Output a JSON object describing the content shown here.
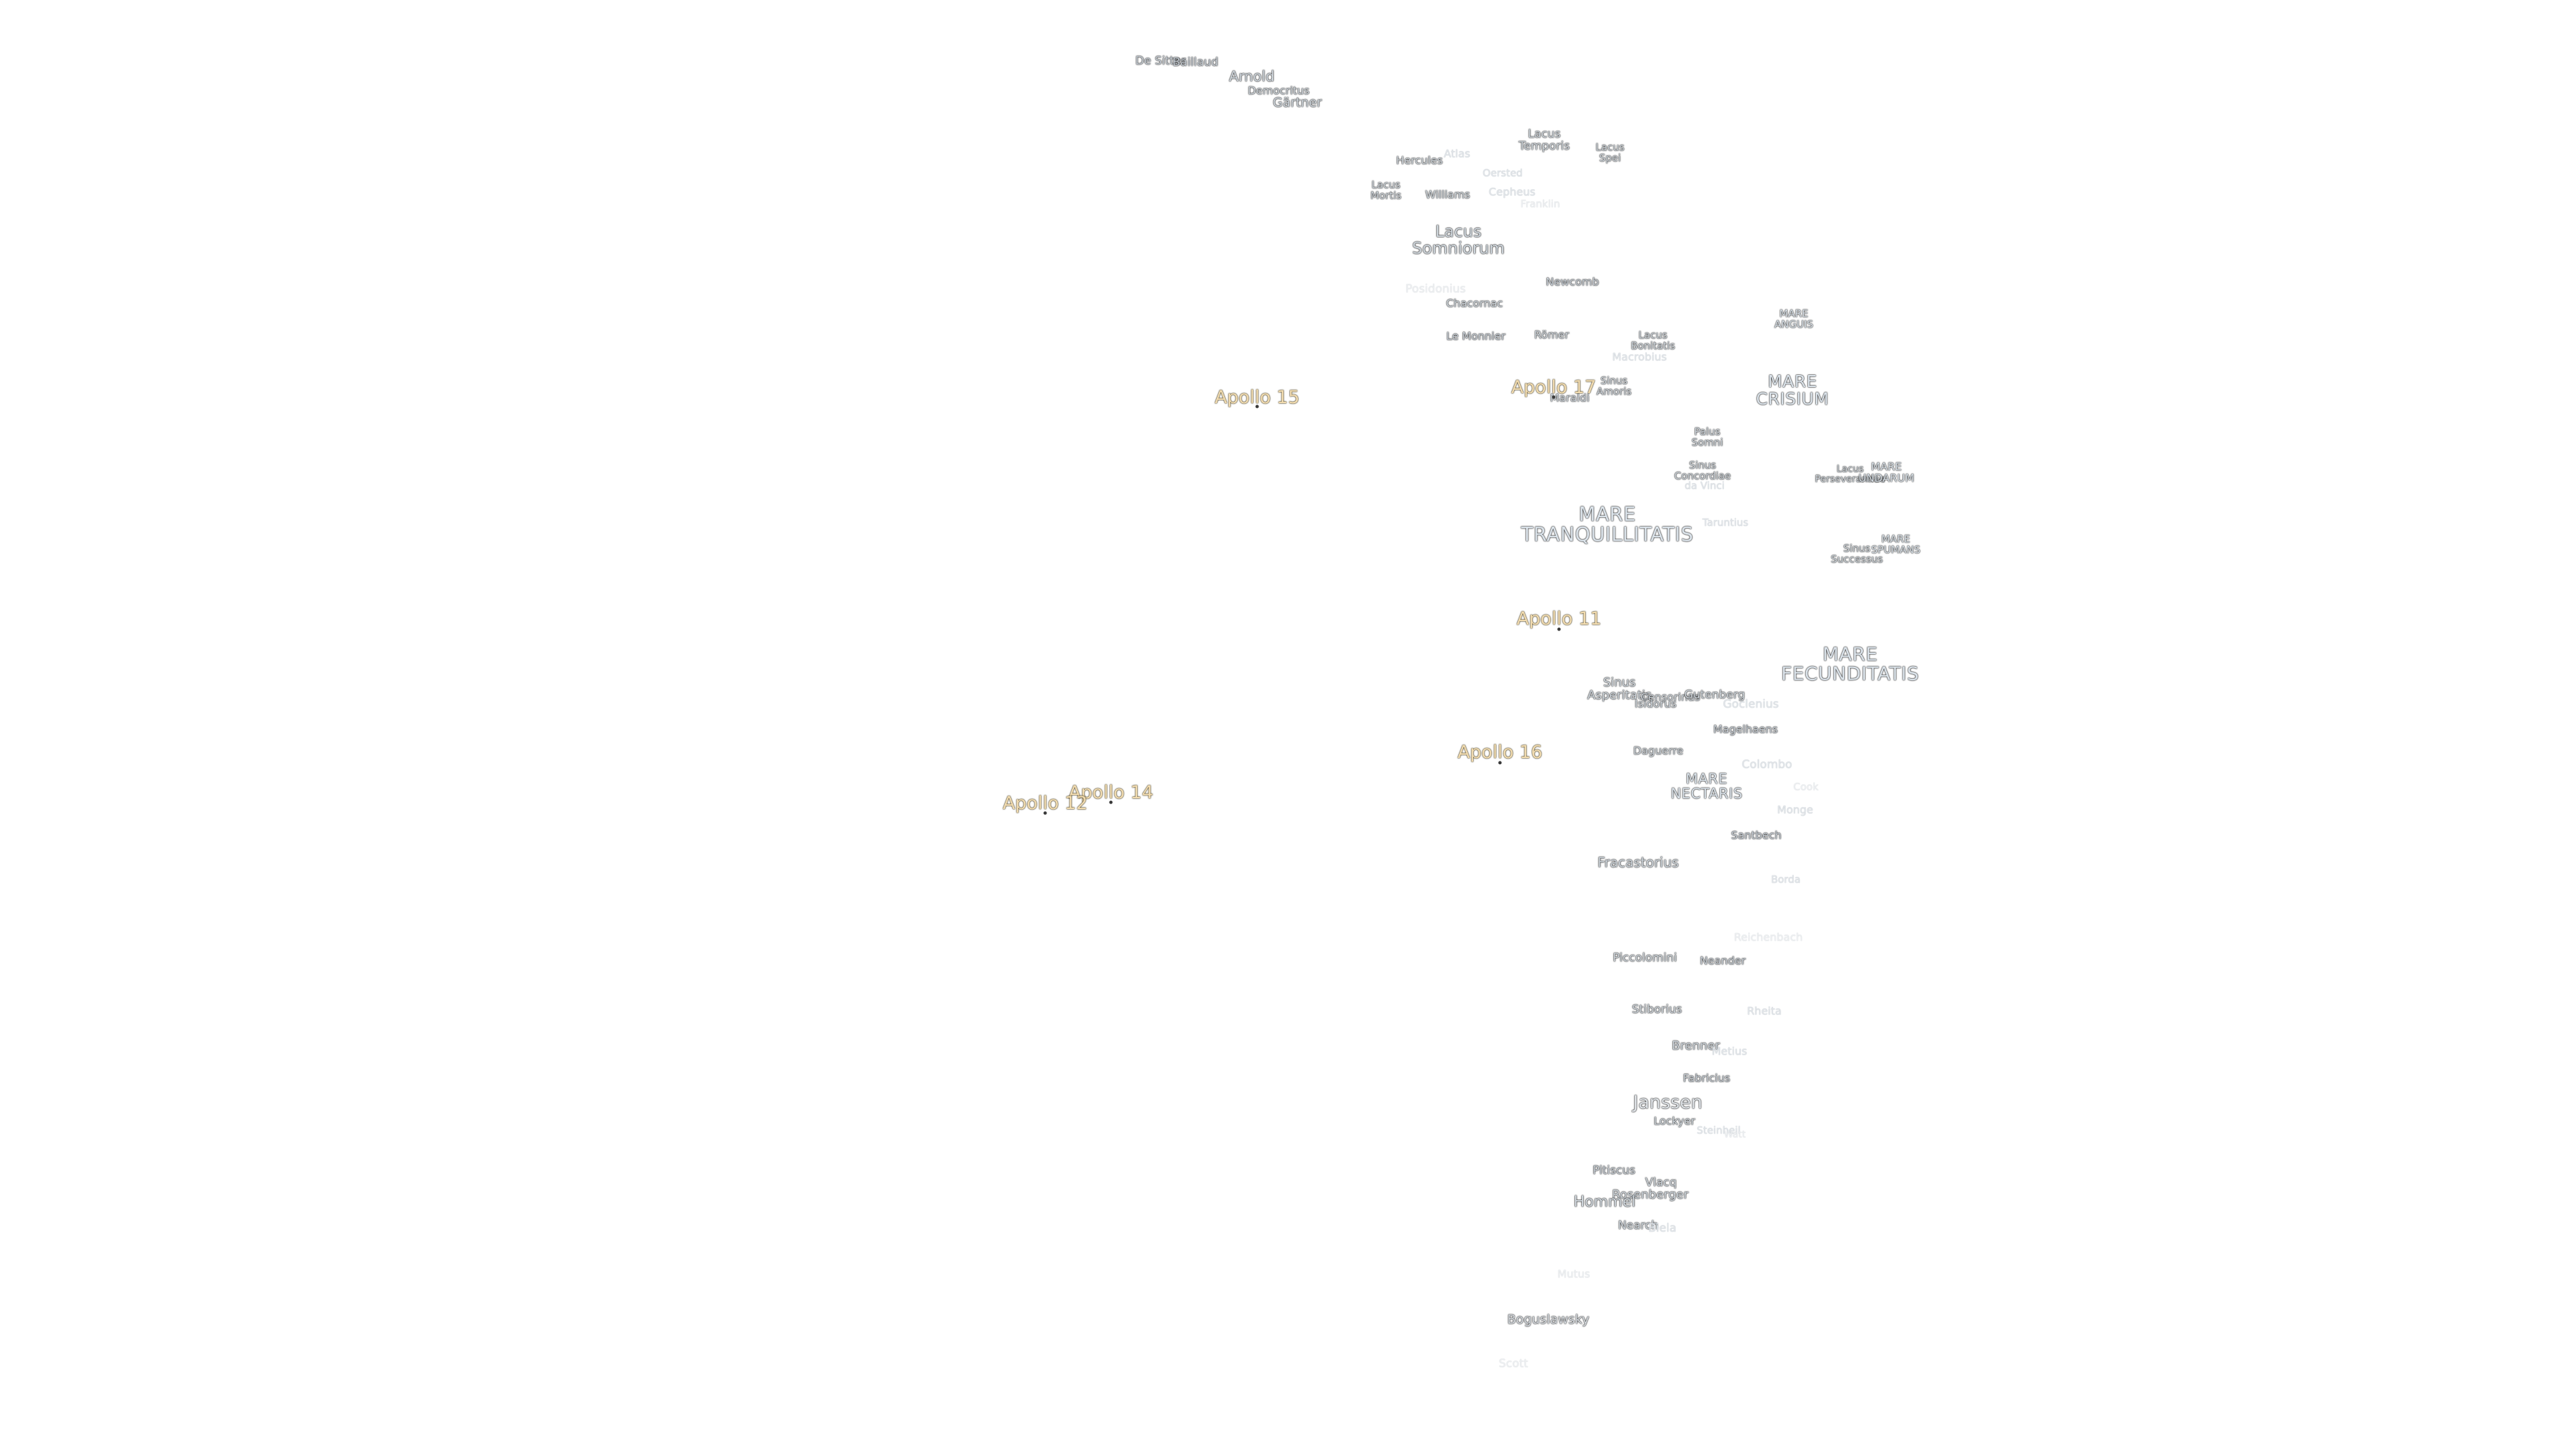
{
  "colors": {
    "background": "#ffffff",
    "feature_label": "#cfd6dc",
    "mare_label": "#dbe3ea",
    "apollo_label": "#f2dcb0"
  },
  "labels": {
    "de_sitter": "De Sitter",
    "baillaud": "Baillaud",
    "arnold": "Arnold",
    "democritus": "Democritus",
    "gartner": "Gärtner",
    "lacus_temporis": "Lacus\nTemporis",
    "lacus_spei": "Lacus\nSpei",
    "hercules": "Hercules",
    "atlas": "Atlas",
    "oersted": "Oersted",
    "lacus_mortis": "Lacus\nMortis",
    "williams": "Williams",
    "cepheus": "Cepheus",
    "franklin": "Franklin",
    "lacus_somniorum": "Lacus\nSomniorum",
    "newcomb": "Newcomb",
    "posidonius": "Posidonius",
    "chacornac": "Chacornac",
    "mare_anguis": "MARE\nANGUIS",
    "le_monnier": "Le Monnier",
    "romer": "Römer",
    "lacus_bonitatis": "Lacus\nBonitatis",
    "macrobius": "Macrobius",
    "sinus_amoris": "Sinus\nAmoris",
    "maraldi": "Maraldi",
    "mare_crisium": "MARE\nCRISIUM",
    "palus_somni": "Palus\nSomni",
    "sinus_concordiae": "Sinus\nConcordiae",
    "da_vinci": "da Vinci",
    "lacus_perseverantiae": "Lacus\nPerseverantiae",
    "mare_undarum": "MARE\nUNDARUM",
    "mare_tranquillitatis": "MARE\nTRANQUILLITATIS",
    "taruntius": "Taruntius",
    "sinus_successus": "Sinus\nSuccessus",
    "mare_spumans": "MARE\nSPUMANS",
    "mare_fecunditatis": "MARE\nFECUNDITATIS",
    "sinus_asperitatis": "Sinus\nAsperitatis",
    "censorinus": "Censorinus",
    "isidorus": "Isidorus",
    "gutenberg": "Gutenberg",
    "goclenius": "Goclenius",
    "magelhaens": "Magelhaens",
    "daguerre": "Daguerre",
    "colombo": "Colombo",
    "mare_nectaris": "MARE\nNECTARIS",
    "cook": "Cook",
    "monge": "Monge",
    "santbech": "Santbech",
    "fracastorius": "Fracastorius",
    "borda": "Borda",
    "reichenbach": "Reichenbach",
    "piccolomini": "Piccolomini",
    "neander": "Neander",
    "stiborius": "Stiborius",
    "rheita": "Rheita",
    "brenner": "Brenner",
    "metius": "Metius",
    "fabricius": "Fabricius",
    "janssen": "Janssen",
    "lockyer": "Lockyer",
    "steinheil": "Steinheil",
    "watt": "Watt",
    "pitiscus": "Pitiscus",
    "vlacq": "Vlacq",
    "rosenberger": "Rosenberger",
    "hommel": "Hommel",
    "nearch": "Nearch",
    "biela": "Biela",
    "mutus": "Mutus",
    "boguslawsky": "Boguslawsky",
    "scott": "Scott"
  },
  "apollo": {
    "apollo_15": "Apollo 15",
    "apollo_17": "Apollo 17",
    "apollo_11": "Apollo 11",
    "apollo_16": "Apollo 16",
    "apollo_14": "Apollo 14",
    "apollo_12": "Apollo 12"
  }
}
